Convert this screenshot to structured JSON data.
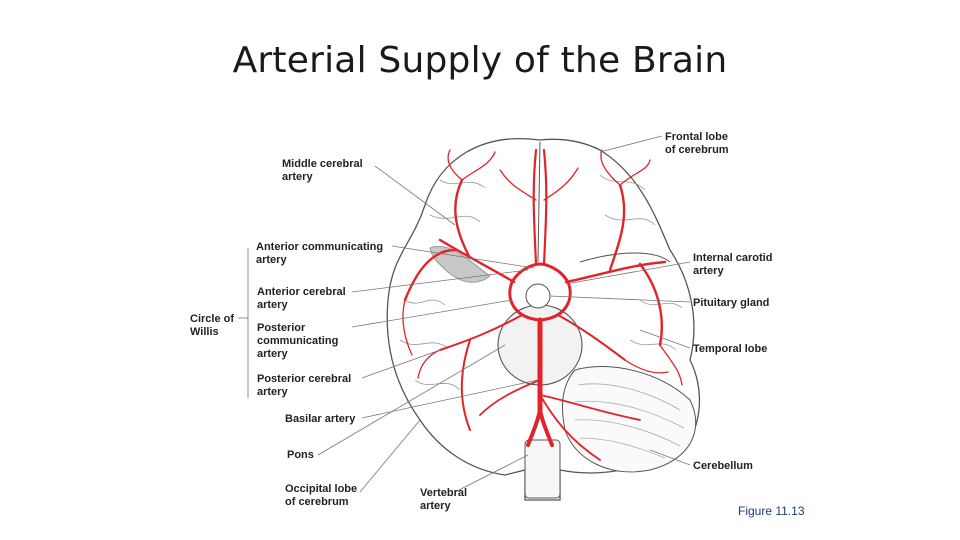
{
  "slide": {
    "title": "Arterial Supply of the Brain",
    "figure_caption": "Figure 11.13"
  },
  "labels": {
    "middle_cerebral": [
      "Middle cerebral",
      "artery"
    ],
    "anterior_communicating": [
      "Anterior communicating",
      "artery"
    ],
    "anterior_cerebral": [
      "Anterior cerebral",
      "artery"
    ],
    "circle_of_willis": [
      "Circle of",
      "Willis"
    ],
    "posterior_communicating": [
      "Posterior",
      "communicating",
      "artery"
    ],
    "posterior_cerebral": [
      "Posterior cerebral",
      "artery"
    ],
    "basilar": [
      "Basilar artery"
    ],
    "pons": [
      "Pons"
    ],
    "occipital_lobe": [
      "Occipital lobe",
      "of cerebrum"
    ],
    "vertebral": [
      "Vertebral",
      "artery"
    ],
    "frontal_lobe": [
      "Frontal lobe",
      "of cerebrum"
    ],
    "internal_carotid": [
      "Internal carotid",
      "artery"
    ],
    "pituitary": [
      "Pituitary gland"
    ],
    "temporal_lobe": [
      "Temporal lobe"
    ],
    "cerebellum": [
      "Cerebellum"
    ]
  },
  "colors": {
    "artery": "#e0242a",
    "outline": "#555555",
    "leader": "#777777"
  }
}
